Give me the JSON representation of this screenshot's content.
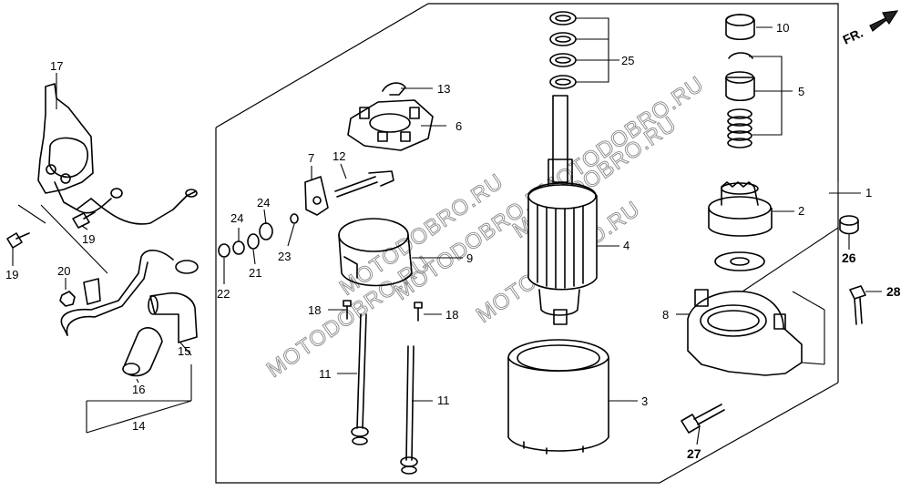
{
  "direction_mark": "FR.",
  "watermark": "MOTODOBRO.RU",
  "labels": [
    {
      "id": "1",
      "text": "1",
      "bold": false
    },
    {
      "id": "2",
      "text": "2",
      "bold": false
    },
    {
      "id": "3",
      "text": "3",
      "bold": false
    },
    {
      "id": "4",
      "text": "4",
      "bold": false
    },
    {
      "id": "5",
      "text": "5",
      "bold": false
    },
    {
      "id": "6",
      "text": "6",
      "bold": false
    },
    {
      "id": "7",
      "text": "7",
      "bold": false
    },
    {
      "id": "8",
      "text": "8",
      "bold": false
    },
    {
      "id": "9",
      "text": "9",
      "bold": false
    },
    {
      "id": "10",
      "text": "10",
      "bold": false
    },
    {
      "id": "11a",
      "text": "11",
      "bold": false
    },
    {
      "id": "11b",
      "text": "11",
      "bold": false
    },
    {
      "id": "12",
      "text": "12",
      "bold": false
    },
    {
      "id": "13",
      "text": "13",
      "bold": false
    },
    {
      "id": "14",
      "text": "14",
      "bold": false
    },
    {
      "id": "15",
      "text": "15",
      "bold": false
    },
    {
      "id": "16",
      "text": "16",
      "bold": false
    },
    {
      "id": "17",
      "text": "17",
      "bold": false
    },
    {
      "id": "18a",
      "text": "18",
      "bold": false
    },
    {
      "id": "18b",
      "text": "18",
      "bold": false
    },
    {
      "id": "19a",
      "text": "19",
      "bold": false
    },
    {
      "id": "19b",
      "text": "19",
      "bold": false
    },
    {
      "id": "20",
      "text": "20",
      "bold": false
    },
    {
      "id": "21",
      "text": "21",
      "bold": false
    },
    {
      "id": "22",
      "text": "22",
      "bold": false
    },
    {
      "id": "23",
      "text": "23",
      "bold": false
    },
    {
      "id": "24a",
      "text": "24",
      "bold": false
    },
    {
      "id": "24b",
      "text": "24",
      "bold": false
    },
    {
      "id": "25",
      "text": "25",
      "bold": false
    },
    {
      "id": "26",
      "text": "26",
      "bold": true
    },
    {
      "id": "27",
      "text": "27",
      "bold": true
    },
    {
      "id": "28",
      "text": "28",
      "bold": true
    }
  ]
}
